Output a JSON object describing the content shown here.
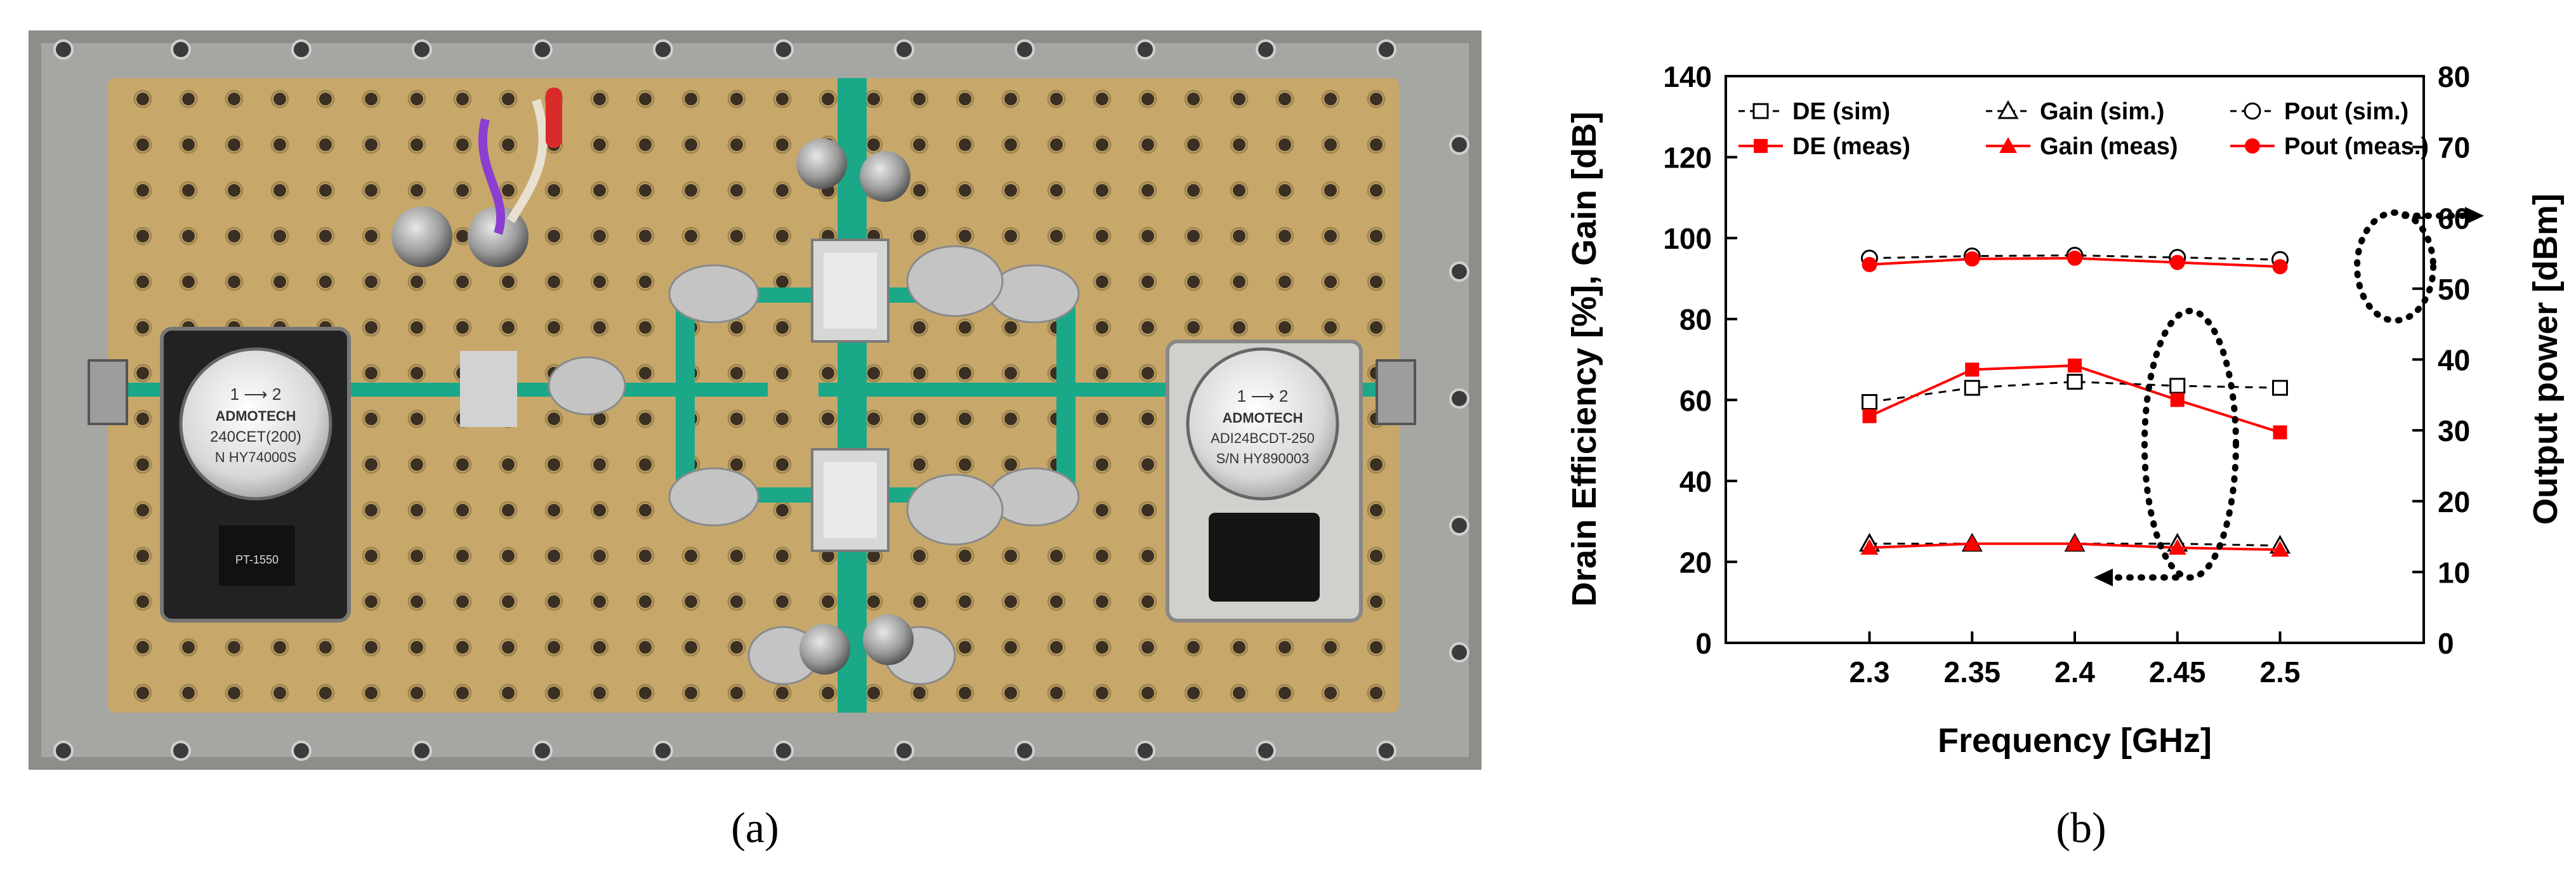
{
  "captions": {
    "a": "(a)",
    "b": "(b)"
  },
  "photo": {
    "label_left_brand": "ADMOTECH",
    "label_left_model": "240CET(200)",
    "label_left_serial": "N HY74000S",
    "label_left_tag": "PT-1550",
    "label_right_brand": "ADMOTECH",
    "label_right_model": "ADI24BCDT-250",
    "label_right_serial": "S/N HY890003",
    "label_arrow": "1 ⟶ 2"
  },
  "colors": {
    "measured": "#ff0000",
    "simulated": "#000000",
    "board": "#c8a86a",
    "trace": "#1aa889"
  },
  "chart_data": {
    "type": "line",
    "xlabel": "Frequency [GHz]",
    "ylabel_left": "Drain Efficiency [%], Gain [dB]",
    "ylabel_right": "Output power [dBm]",
    "x": [
      2.3,
      2.35,
      2.4,
      2.45,
      2.5
    ],
    "x_tick_labels": [
      "2.3",
      "2.35",
      "2.4",
      "2.45",
      "2.5"
    ],
    "xlim": [
      2.23,
      2.57
    ],
    "ylim_left": [
      0,
      140
    ],
    "ylim_right": [
      0,
      80
    ],
    "y_ticks_left": [
      "0",
      "20",
      "40",
      "60",
      "80",
      "100",
      "120",
      "140"
    ],
    "y_ticks_right": [
      "0",
      "10",
      "20",
      "30",
      "40",
      "50",
      "60",
      "70",
      "80"
    ],
    "grid": false,
    "legend_position": "top",
    "series": [
      {
        "name": "DE (sim)",
        "axis": "left",
        "style": "sim",
        "marker": "square",
        "values": [
          59.5,
          63,
          64.5,
          63.5,
          63
        ]
      },
      {
        "name": "Gain (sim.)",
        "axis": "left",
        "style": "sim",
        "marker": "triangle",
        "values": [
          24.5,
          24.5,
          24.5,
          24.5,
          24
        ]
      },
      {
        "name": "Pout (sim.)",
        "axis": "right",
        "style": "sim",
        "marker": "circle",
        "values": [
          54.3,
          54.6,
          54.7,
          54.4,
          54.1
        ]
      },
      {
        "name": "DE (meas)",
        "axis": "left",
        "style": "meas",
        "marker": "square",
        "values": [
          56,
          67.5,
          68.5,
          60,
          52
        ]
      },
      {
        "name": "Gain (meas)",
        "axis": "left",
        "style": "meas",
        "marker": "triangle",
        "values": [
          23.5,
          24.5,
          24.5,
          23.5,
          23
        ]
      },
      {
        "name": "Pout (meas.)",
        "axis": "right",
        "style": "meas",
        "marker": "circle",
        "values": [
          53.4,
          54.2,
          54.3,
          53.7,
          53.1
        ]
      }
    ]
  }
}
